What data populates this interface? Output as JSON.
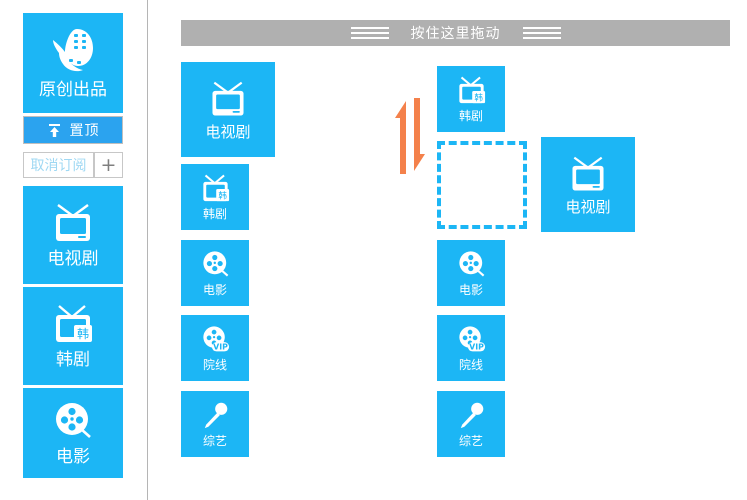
{
  "app": {
    "accent_blue": "#1CB6F5",
    "pin_blue": "#2BA3EF",
    "header_gray": "#b0b0b0",
    "arrow_orange": "#F4814B",
    "placeholder_border": "#1CB6F5"
  },
  "sidebar": {
    "brand": {
      "label": "原创出品",
      "icon": "film-strip-logo-icon"
    },
    "pin_button": {
      "label": "置顶",
      "icon": "arrow-up-pin-icon"
    },
    "unsubscribe_button": {
      "label": "取消订阅"
    },
    "add_button": {
      "label": "+"
    },
    "items": [
      {
        "label": "电视剧",
        "icon": "tv-icon"
      },
      {
        "label": "韩剧",
        "icon": "tv-korean-icon"
      },
      {
        "label": "电影",
        "icon": "film-reel-icon"
      }
    ]
  },
  "header": {
    "title": "按住这里拖动",
    "grip_left": "grip-lines-icon",
    "grip_right": "grip-lines-icon"
  },
  "column_source": {
    "items": [
      {
        "label": "电视剧",
        "icon": "tv-icon"
      },
      {
        "label": "韩剧",
        "icon": "tv-korean-icon"
      },
      {
        "label": "电影",
        "icon": "film-reel-icon"
      },
      {
        "label": "院线",
        "icon": "film-reel-vip-icon"
      },
      {
        "label": "综艺",
        "icon": "microphone-icon"
      }
    ]
  },
  "column_target": {
    "items": [
      {
        "label": "韩剧",
        "icon": "tv-korean-icon"
      },
      {
        "label": "电影",
        "icon": "film-reel-icon"
      },
      {
        "label": "院线",
        "icon": "film-reel-vip-icon"
      },
      {
        "label": "综艺",
        "icon": "microphone-icon"
      }
    ]
  },
  "drag": {
    "floating_tile": {
      "label": "电视剧",
      "icon": "tv-icon"
    },
    "placeholder_name": "drop-placeholder",
    "arrow_icon": "double-arrow-vertical-icon"
  }
}
